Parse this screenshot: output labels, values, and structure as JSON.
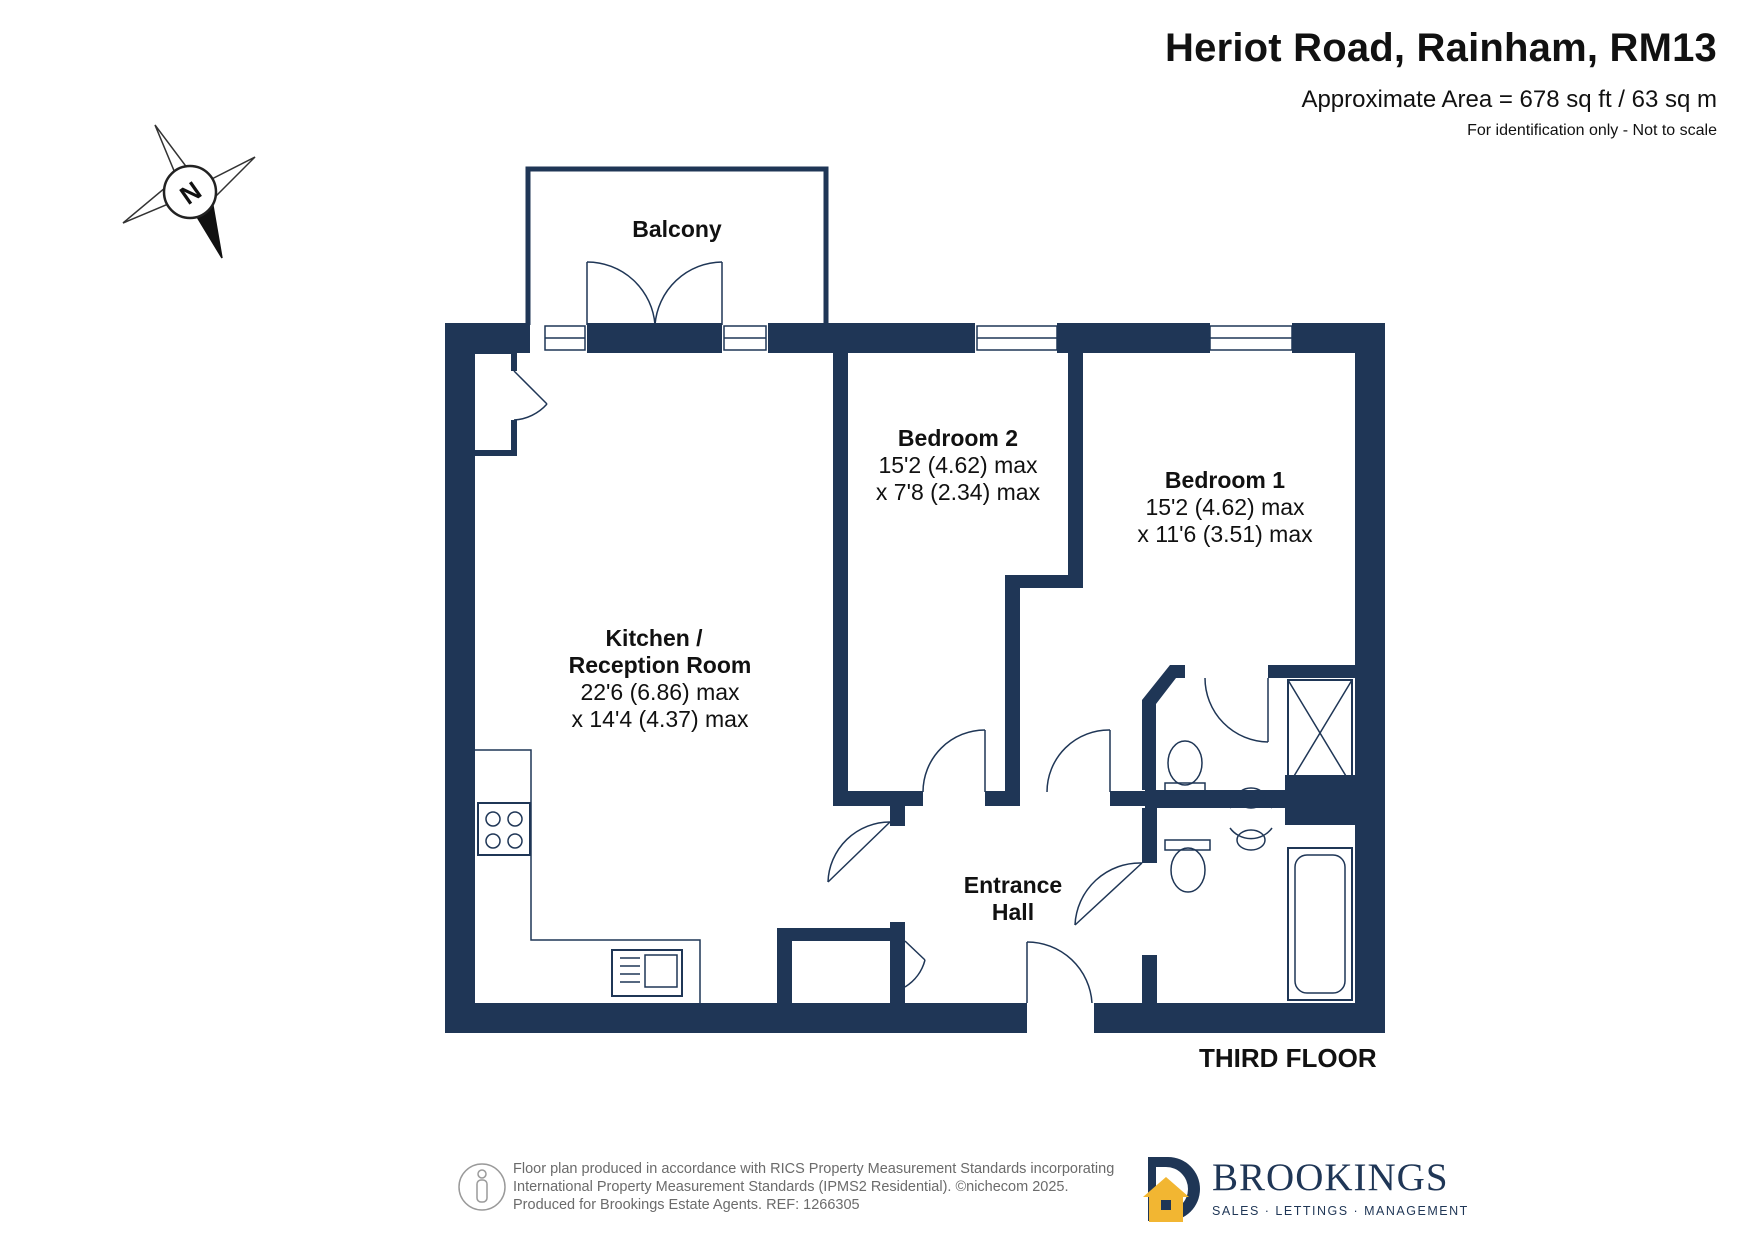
{
  "header": {
    "title": "Heriot Road, Rainham, RM13",
    "area": "Approximate Area = 678 sq ft / 63 sq m",
    "note": "For identification only - Not to scale"
  },
  "compass": {
    "letter": "N"
  },
  "rooms": {
    "balcony": {
      "name": "Balcony"
    },
    "kitchen": {
      "name_line1": "Kitchen /",
      "name_line2": "Reception Room",
      "dim1": "22'6 (6.86) max",
      "dim2": "x 14'4 (4.37) max"
    },
    "bedroom2": {
      "name": "Bedroom 2",
      "dim1": "15'2 (4.62) max",
      "dim2": "x 7'8 (2.34) max"
    },
    "bedroom1": {
      "name": "Bedroom 1",
      "dim1": "15'2 (4.62) max",
      "dim2": "x 11'6 (3.51) max"
    },
    "hall": {
      "name_line1": "Entrance",
      "name_line2": "Hall"
    }
  },
  "floor_label": "THIRD FLOOR",
  "footer": {
    "line1": "Floor plan produced in accordance with RICS Property Measurement Standards incorporating",
    "line2": "International Property Measurement Standards (IPMS2 Residential).  ©nichecom 2025.",
    "line3": "Produced for Brookings Estate Agents.   REF: 1266305"
  },
  "brand": {
    "name": "BROOKINGS",
    "tagline": "SALES · LETTINGS · MANAGEMENT"
  },
  "colors": {
    "wall": "#1f3656",
    "brand_accent": "#f2b632"
  }
}
